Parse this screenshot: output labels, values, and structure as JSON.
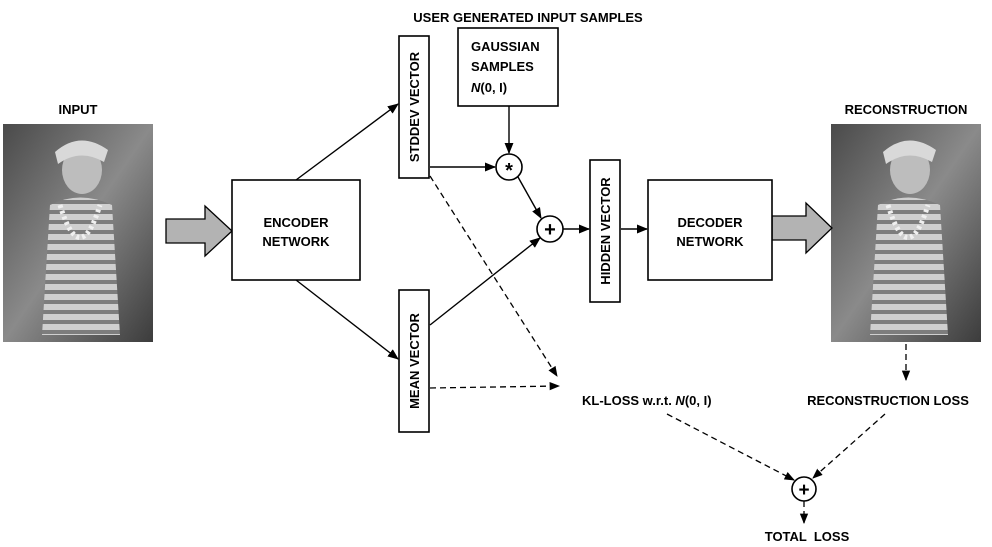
{
  "labels": {
    "user_generated": "USER GENERATED INPUT SAMPLES",
    "input": "INPUT",
    "reconstruction": "RECONSTRUCTION",
    "encoder_line1": "ENCODER",
    "encoder_line2": "NETWORK",
    "decoder_line1": "DECODER",
    "decoder_line2": "NETWORK",
    "stddev_vector": "STDDEV VECTOR",
    "mean_vector": "MEAN VECTOR",
    "hidden_vector": "HIDDEN VECTOR",
    "gaussian_line1": "GAUSSIAN",
    "gaussian_line2": "SAMPLES",
    "gaussian_n": "N",
    "gaussian_args": "(0, I)",
    "kl_prefix": "KL-LOSS w.r.t. ",
    "kl_n": "N",
    "kl_args": "(0, I)",
    "reconstruction_loss": "RECONSTRUCTION LOSS",
    "total_loss": "TOTAL  LOSS",
    "multiply_symbol": "*",
    "plus_symbol": "+"
  },
  "colors": {
    "line": "#000000",
    "photo_arrow_fill": "#b3b3b3",
    "photo_bg": "#6f6f6f"
  }
}
